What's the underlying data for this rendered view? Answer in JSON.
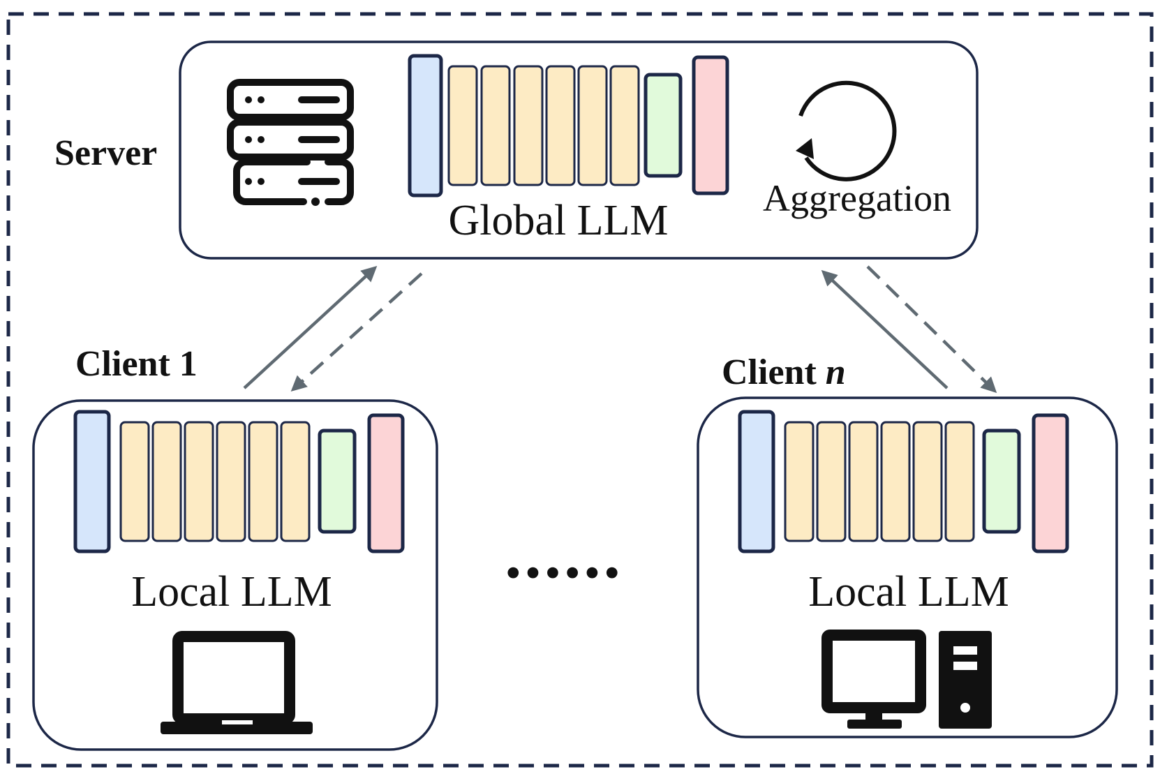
{
  "server": {
    "label": "Server",
    "model_label": "Global LLM",
    "aggregation_label": "Aggregation"
  },
  "client_first": {
    "label_prefix": "Client ",
    "label_index": "1",
    "model_label": "Local LLM"
  },
  "client_last": {
    "label_prefix": "Client ",
    "label_index": "n",
    "model_label": "Local LLM"
  },
  "ellipsis": "••••••",
  "colors": {
    "frame": "#1c2747",
    "outline": "#1c2747",
    "embed_layer": "#d6e6fb",
    "transformer_layer": "#fdebc4",
    "adapter_layer": "#e1fadb",
    "head_layer": "#fcd4d6",
    "arrow": "#5f6a72",
    "icon": "#111111"
  },
  "layer_stack": [
    "embedding",
    "block",
    "block",
    "block",
    "block",
    "block",
    "block",
    "adapter",
    "head"
  ]
}
